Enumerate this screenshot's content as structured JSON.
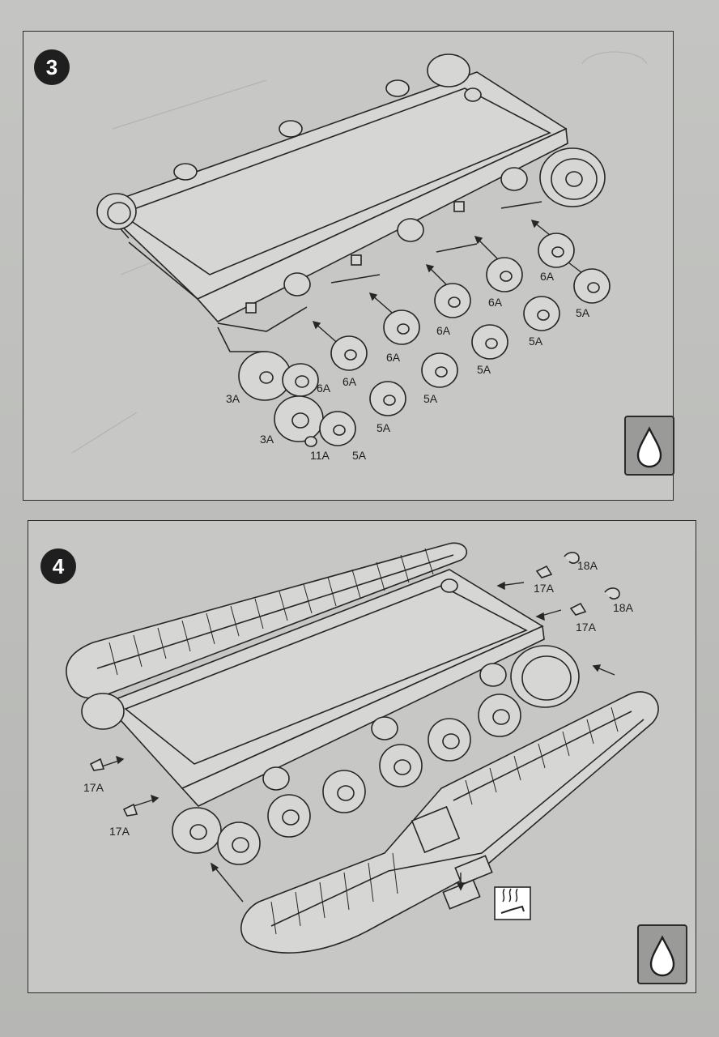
{
  "steps": [
    {
      "number": "3",
      "parts": {
        "p1": "3A",
        "p2": "3A",
        "p3": "11A",
        "p4": "5A",
        "p5": "6A",
        "p6": "6A",
        "p7": "5A",
        "p8": "6A",
        "p9": "5A",
        "p10": "6A",
        "p11": "5A",
        "p12": "6A",
        "p13": "5A",
        "p14": "6A",
        "p15": "5A"
      },
      "icon": "glue-drop-icon"
    },
    {
      "number": "4",
      "parts": {
        "p1": "18A",
        "p2": "17A",
        "p3": "18A",
        "p4": "17A",
        "p5": "17A",
        "p6": "17A"
      },
      "icon": "glue-drop-icon",
      "extra_icon": "heat-bend-icon"
    }
  ],
  "colors": {
    "ink": "#262626",
    "paper": "#c7c8c5",
    "badge": "#1f1f1f"
  }
}
